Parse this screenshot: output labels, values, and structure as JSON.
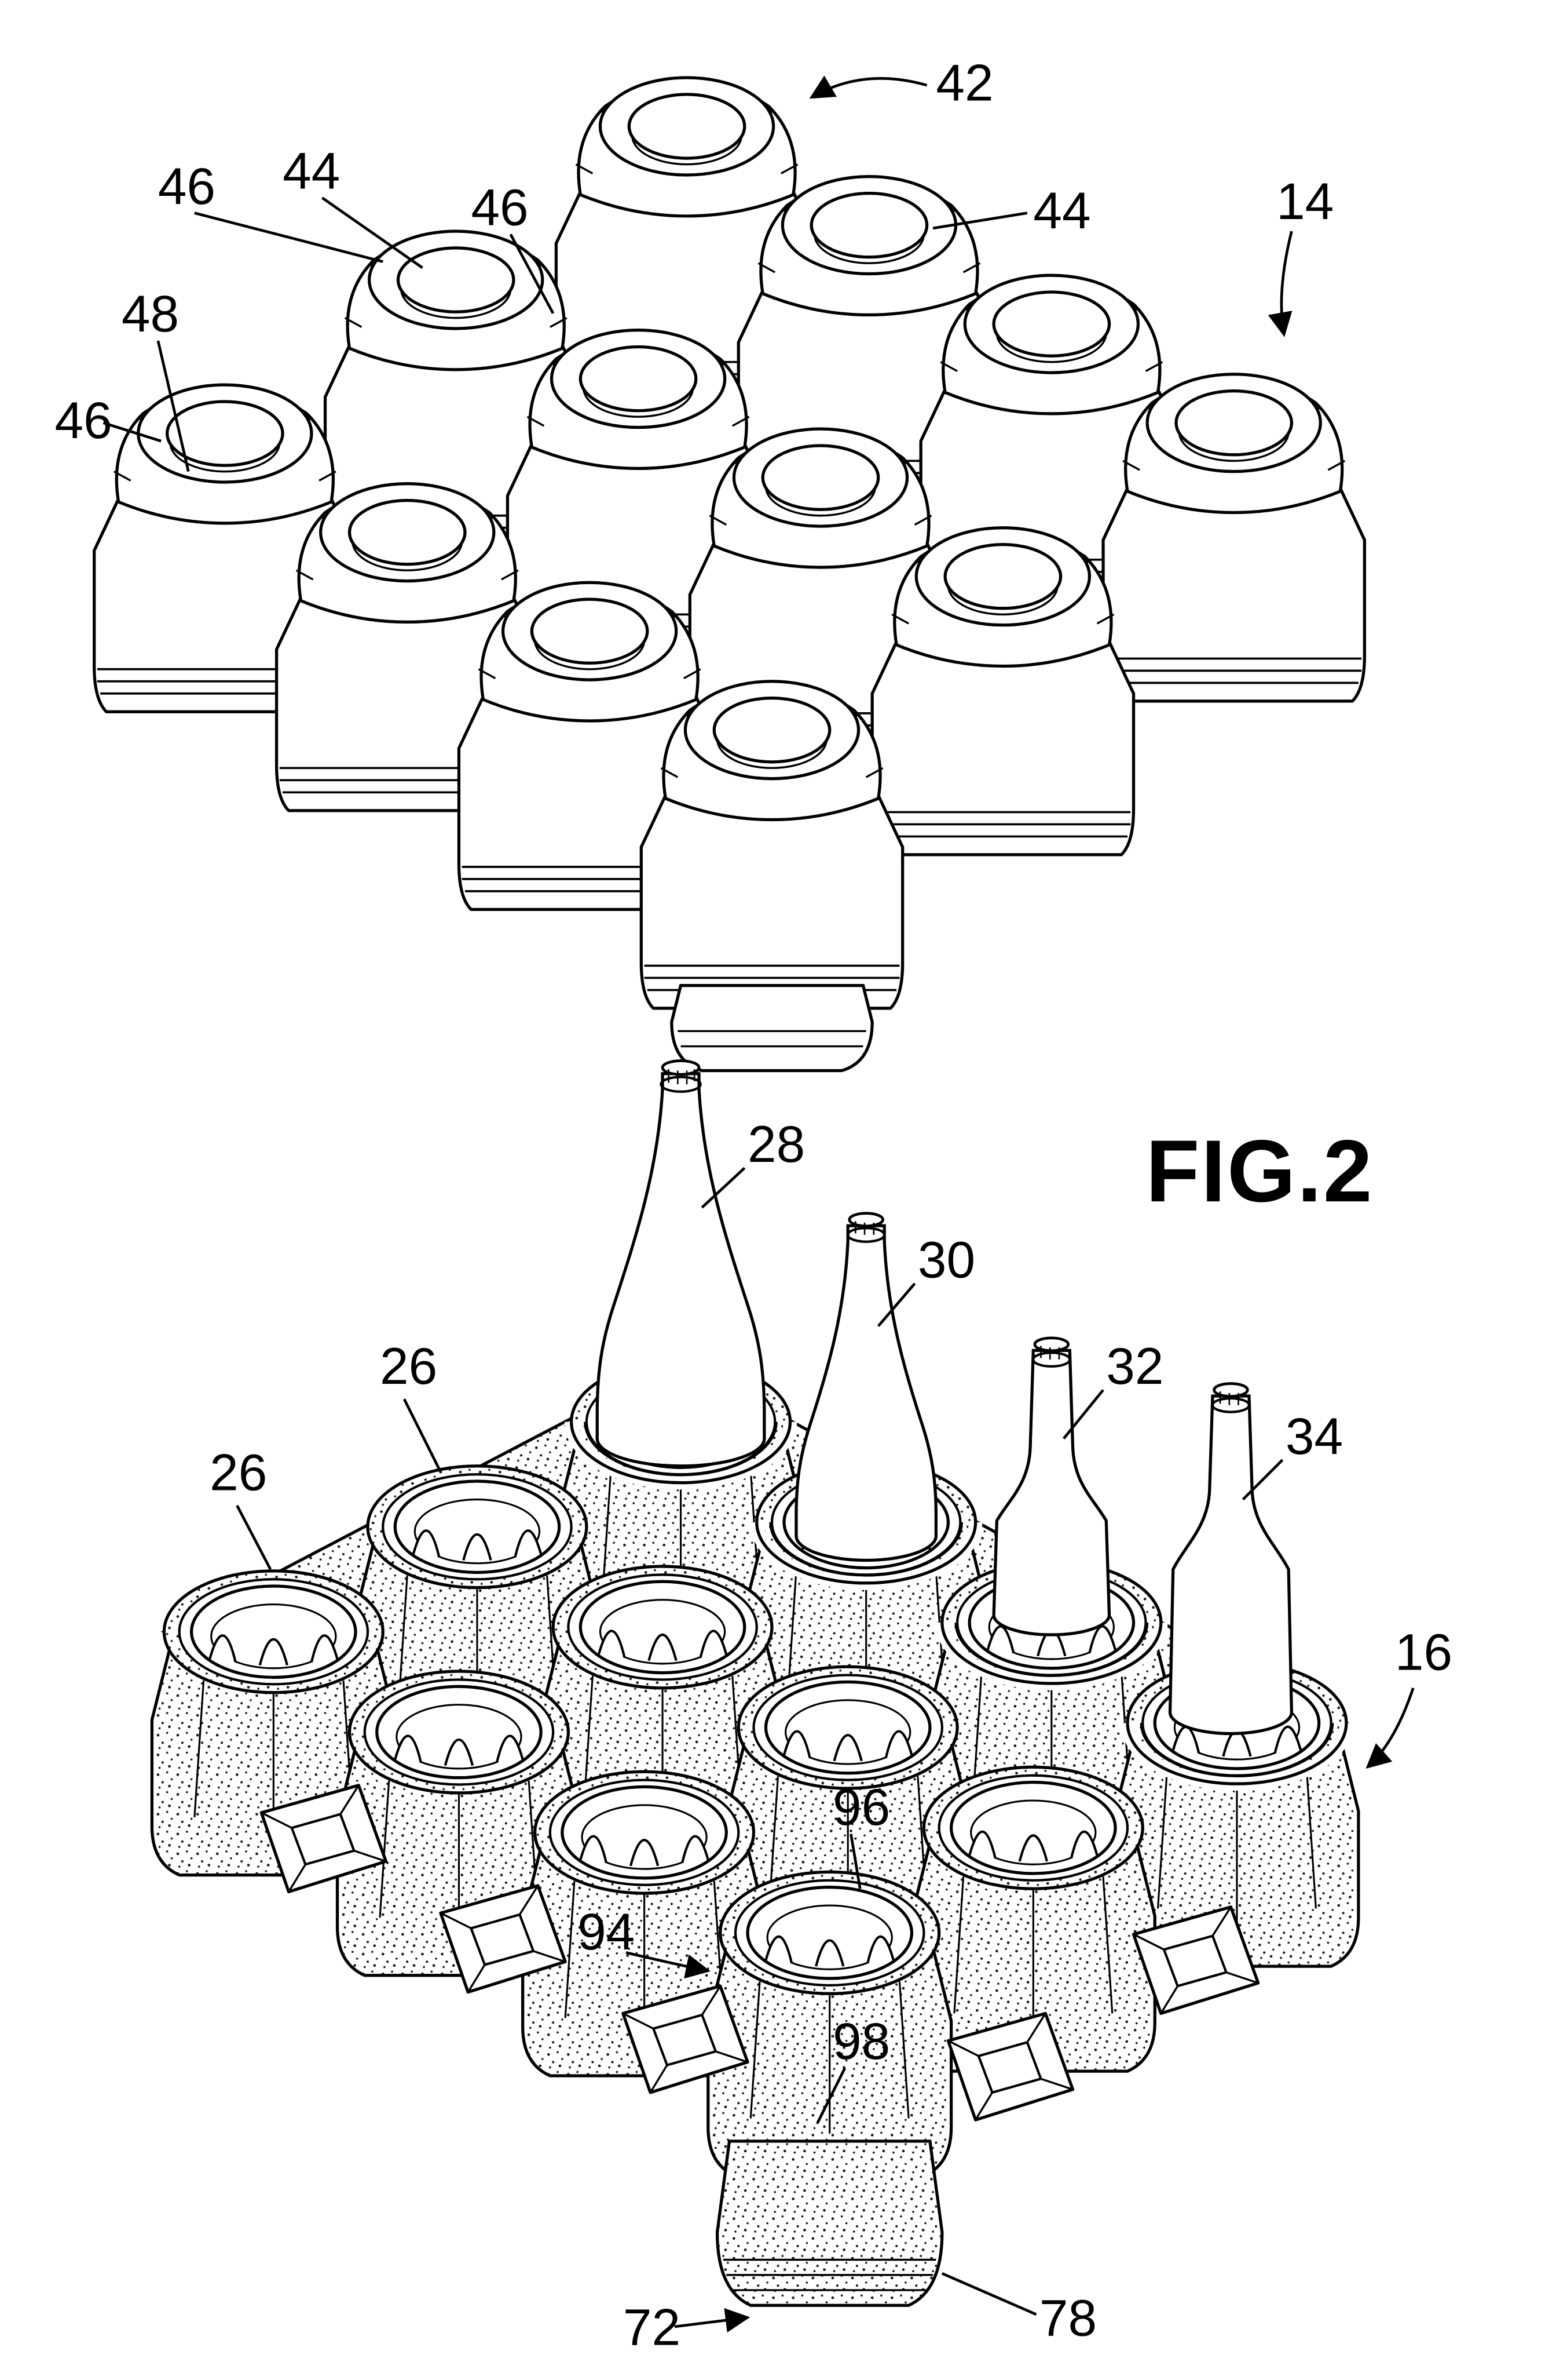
{
  "figure": {
    "title": "FIG.2"
  },
  "colors": {
    "ink": "#000000",
    "paper": "#ffffff"
  },
  "labels": {
    "u42": "42",
    "u46a": "46",
    "u44a": "44",
    "u46b": "46",
    "u44b": "44",
    "u14": "14",
    "u48": "48",
    "u46c": "46",
    "l28": "28",
    "l30": "30",
    "l32": "32",
    "l34": "34",
    "l26a": "26",
    "l26b": "26",
    "l16": "16",
    "l96": "96",
    "l94": "94",
    "l98": "98",
    "l78": "78",
    "l72": "72"
  }
}
